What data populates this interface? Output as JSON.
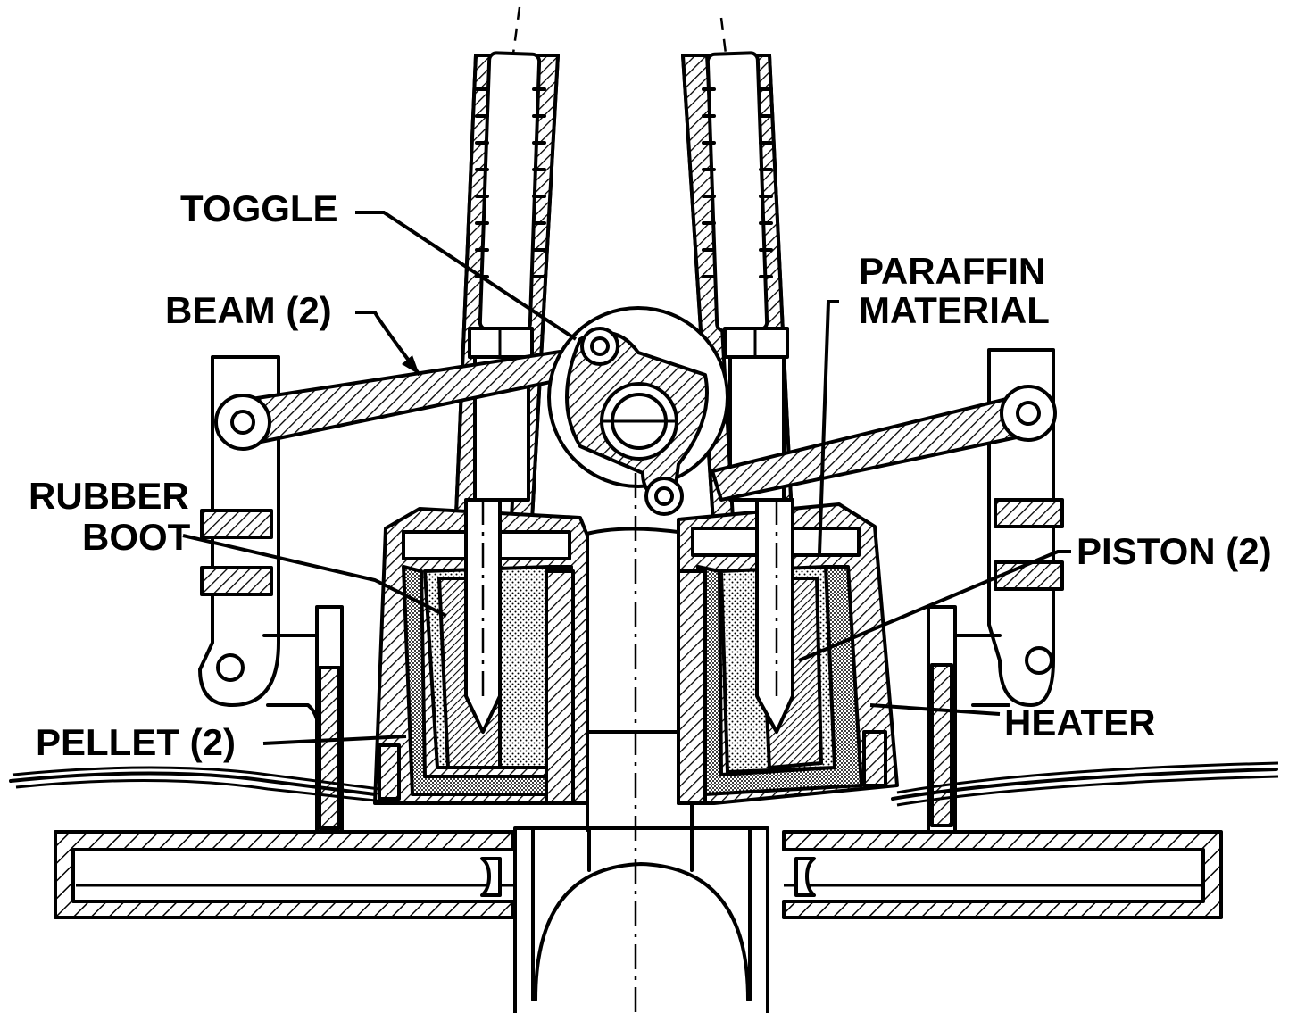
{
  "diagram": {
    "labels": {
      "toggle": "TOGGLE",
      "beam": "BEAM (2)",
      "paraffin_line1": "PARAFFIN",
      "paraffin_line2": "MATERIAL",
      "rubber_boot_line1": "RUBBER",
      "rubber_boot_line2": "BOOT",
      "piston": "PISTON (2)",
      "heater": "HEATER",
      "pellet": "PELLET (2)"
    }
  }
}
